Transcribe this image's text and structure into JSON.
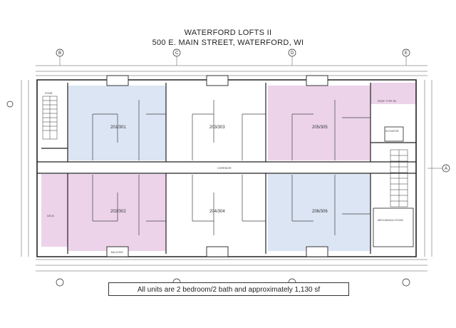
{
  "header": {
    "project_name": "WATERFORD LOFTS II",
    "address": "500 E. MAIN STREET, WATERFORD, WI"
  },
  "units": [
    {
      "label": "201/301",
      "color": "#dbe5f3"
    },
    {
      "label": "203/303",
      "color": "#ffffff"
    },
    {
      "label": "205/305",
      "color": "#ecd3ea"
    },
    {
      "label": "202/302",
      "color": "#ecd3ea"
    },
    {
      "label": "204/304",
      "color": "#ffffff"
    },
    {
      "label": "206/306",
      "color": "#dbe5f3"
    }
  ],
  "rooms": {
    "corridor": "CORRIDOR",
    "balcony": "BALCONY",
    "elevator": "ELEVATOR",
    "stair": "STAIR",
    "mechanical": "MECHANICAL ROOM",
    "roof_type": "ROOF TYPE R4",
    "deck": "DECK"
  },
  "grid_tags": {
    "col_1": "B",
    "col_2": "C",
    "col_3": "D",
    "col_4": "E",
    "row_a": "A"
  },
  "footer_note": "All units are 2 bedroom/2 bath and approximately 1,130 sf"
}
